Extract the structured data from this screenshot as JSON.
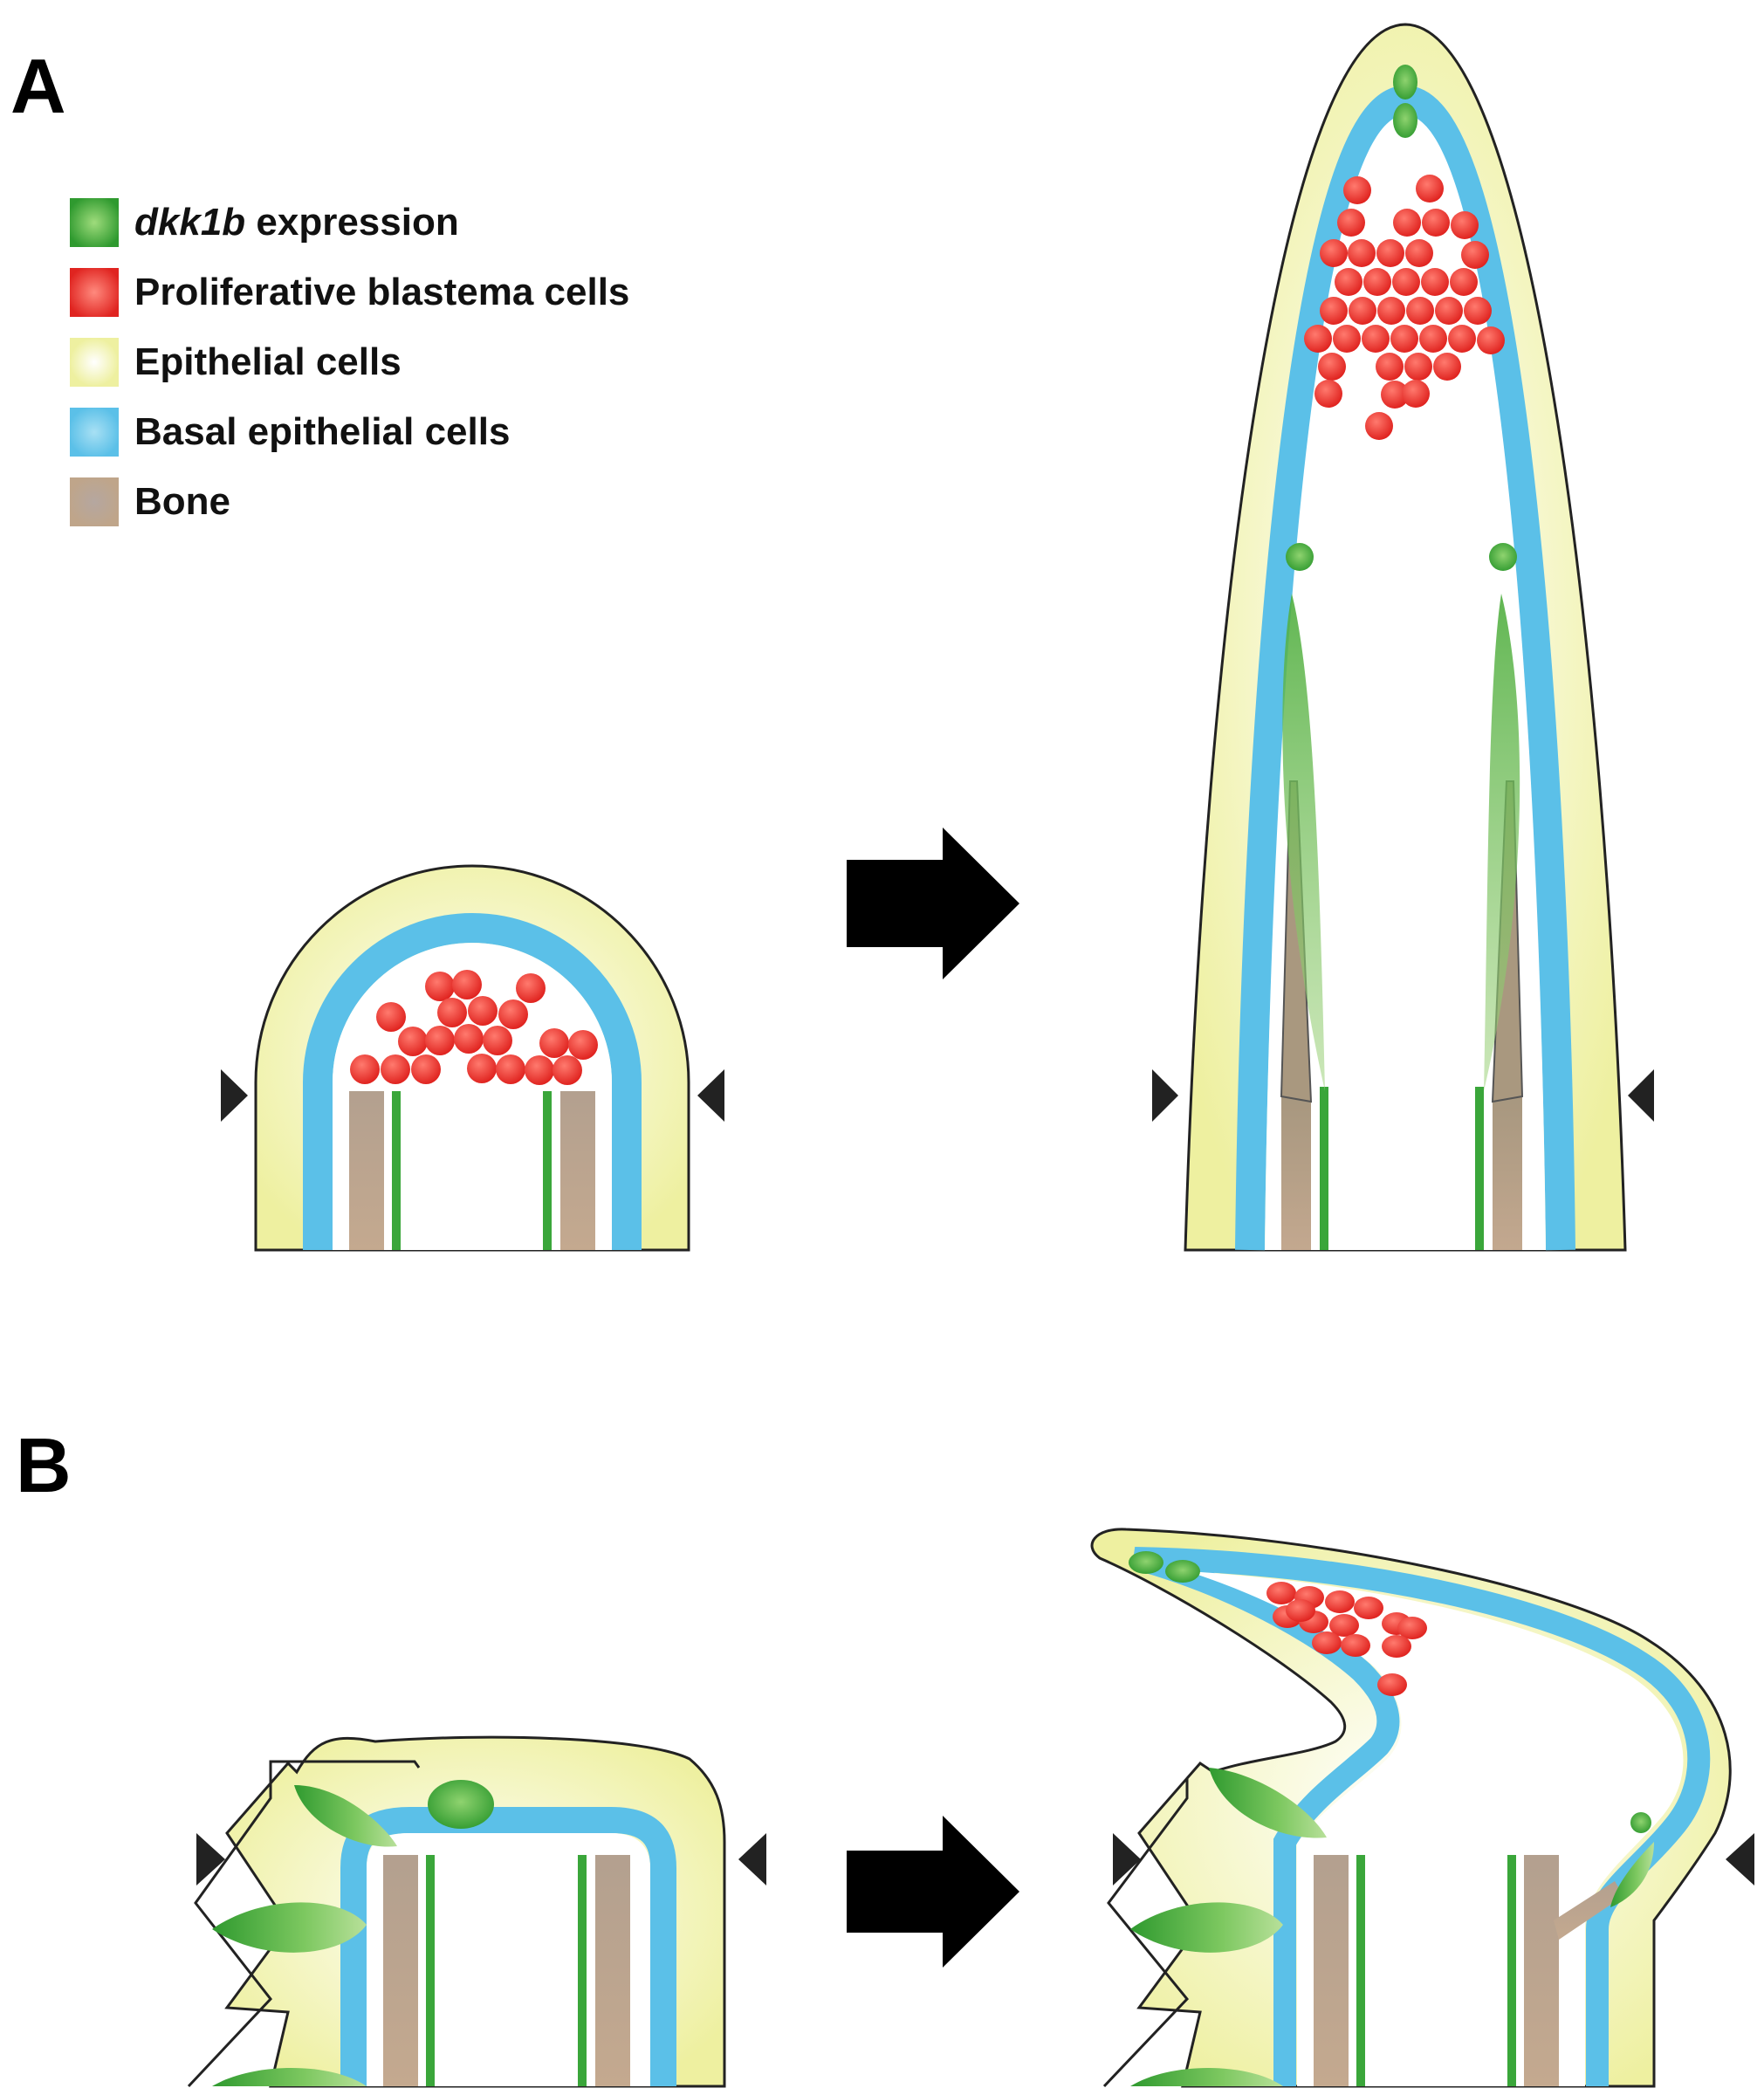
{
  "panels": {
    "a_label": "A",
    "b_label": "B"
  },
  "legend": {
    "items": [
      {
        "key": "dkk1b",
        "italic_part": "dkk1b",
        "label": " expression",
        "color": "#3aa63a"
      },
      {
        "key": "blastema",
        "italic_part": "",
        "label": "Proliferative blastema cells",
        "color": "#e8322f"
      },
      {
        "key": "epithelial",
        "italic_part": "",
        "label": "Epithelial cells",
        "color": "#eef0a0"
      },
      {
        "key": "basal",
        "italic_part": "",
        "label": "Basal epithelial cells",
        "color": "#5bc0e8"
      },
      {
        "key": "bone",
        "italic_part": "",
        "label": "Bone",
        "color": "#b9a28a"
      }
    ]
  },
  "colors": {
    "epithelial": "#eef0a0",
    "basal": "#5bc0e8",
    "bone": "#b9a28a",
    "dkk1b": "#3aa63a",
    "blastema": "#e8322f",
    "arrow": "#000000",
    "outline": "#222222"
  }
}
